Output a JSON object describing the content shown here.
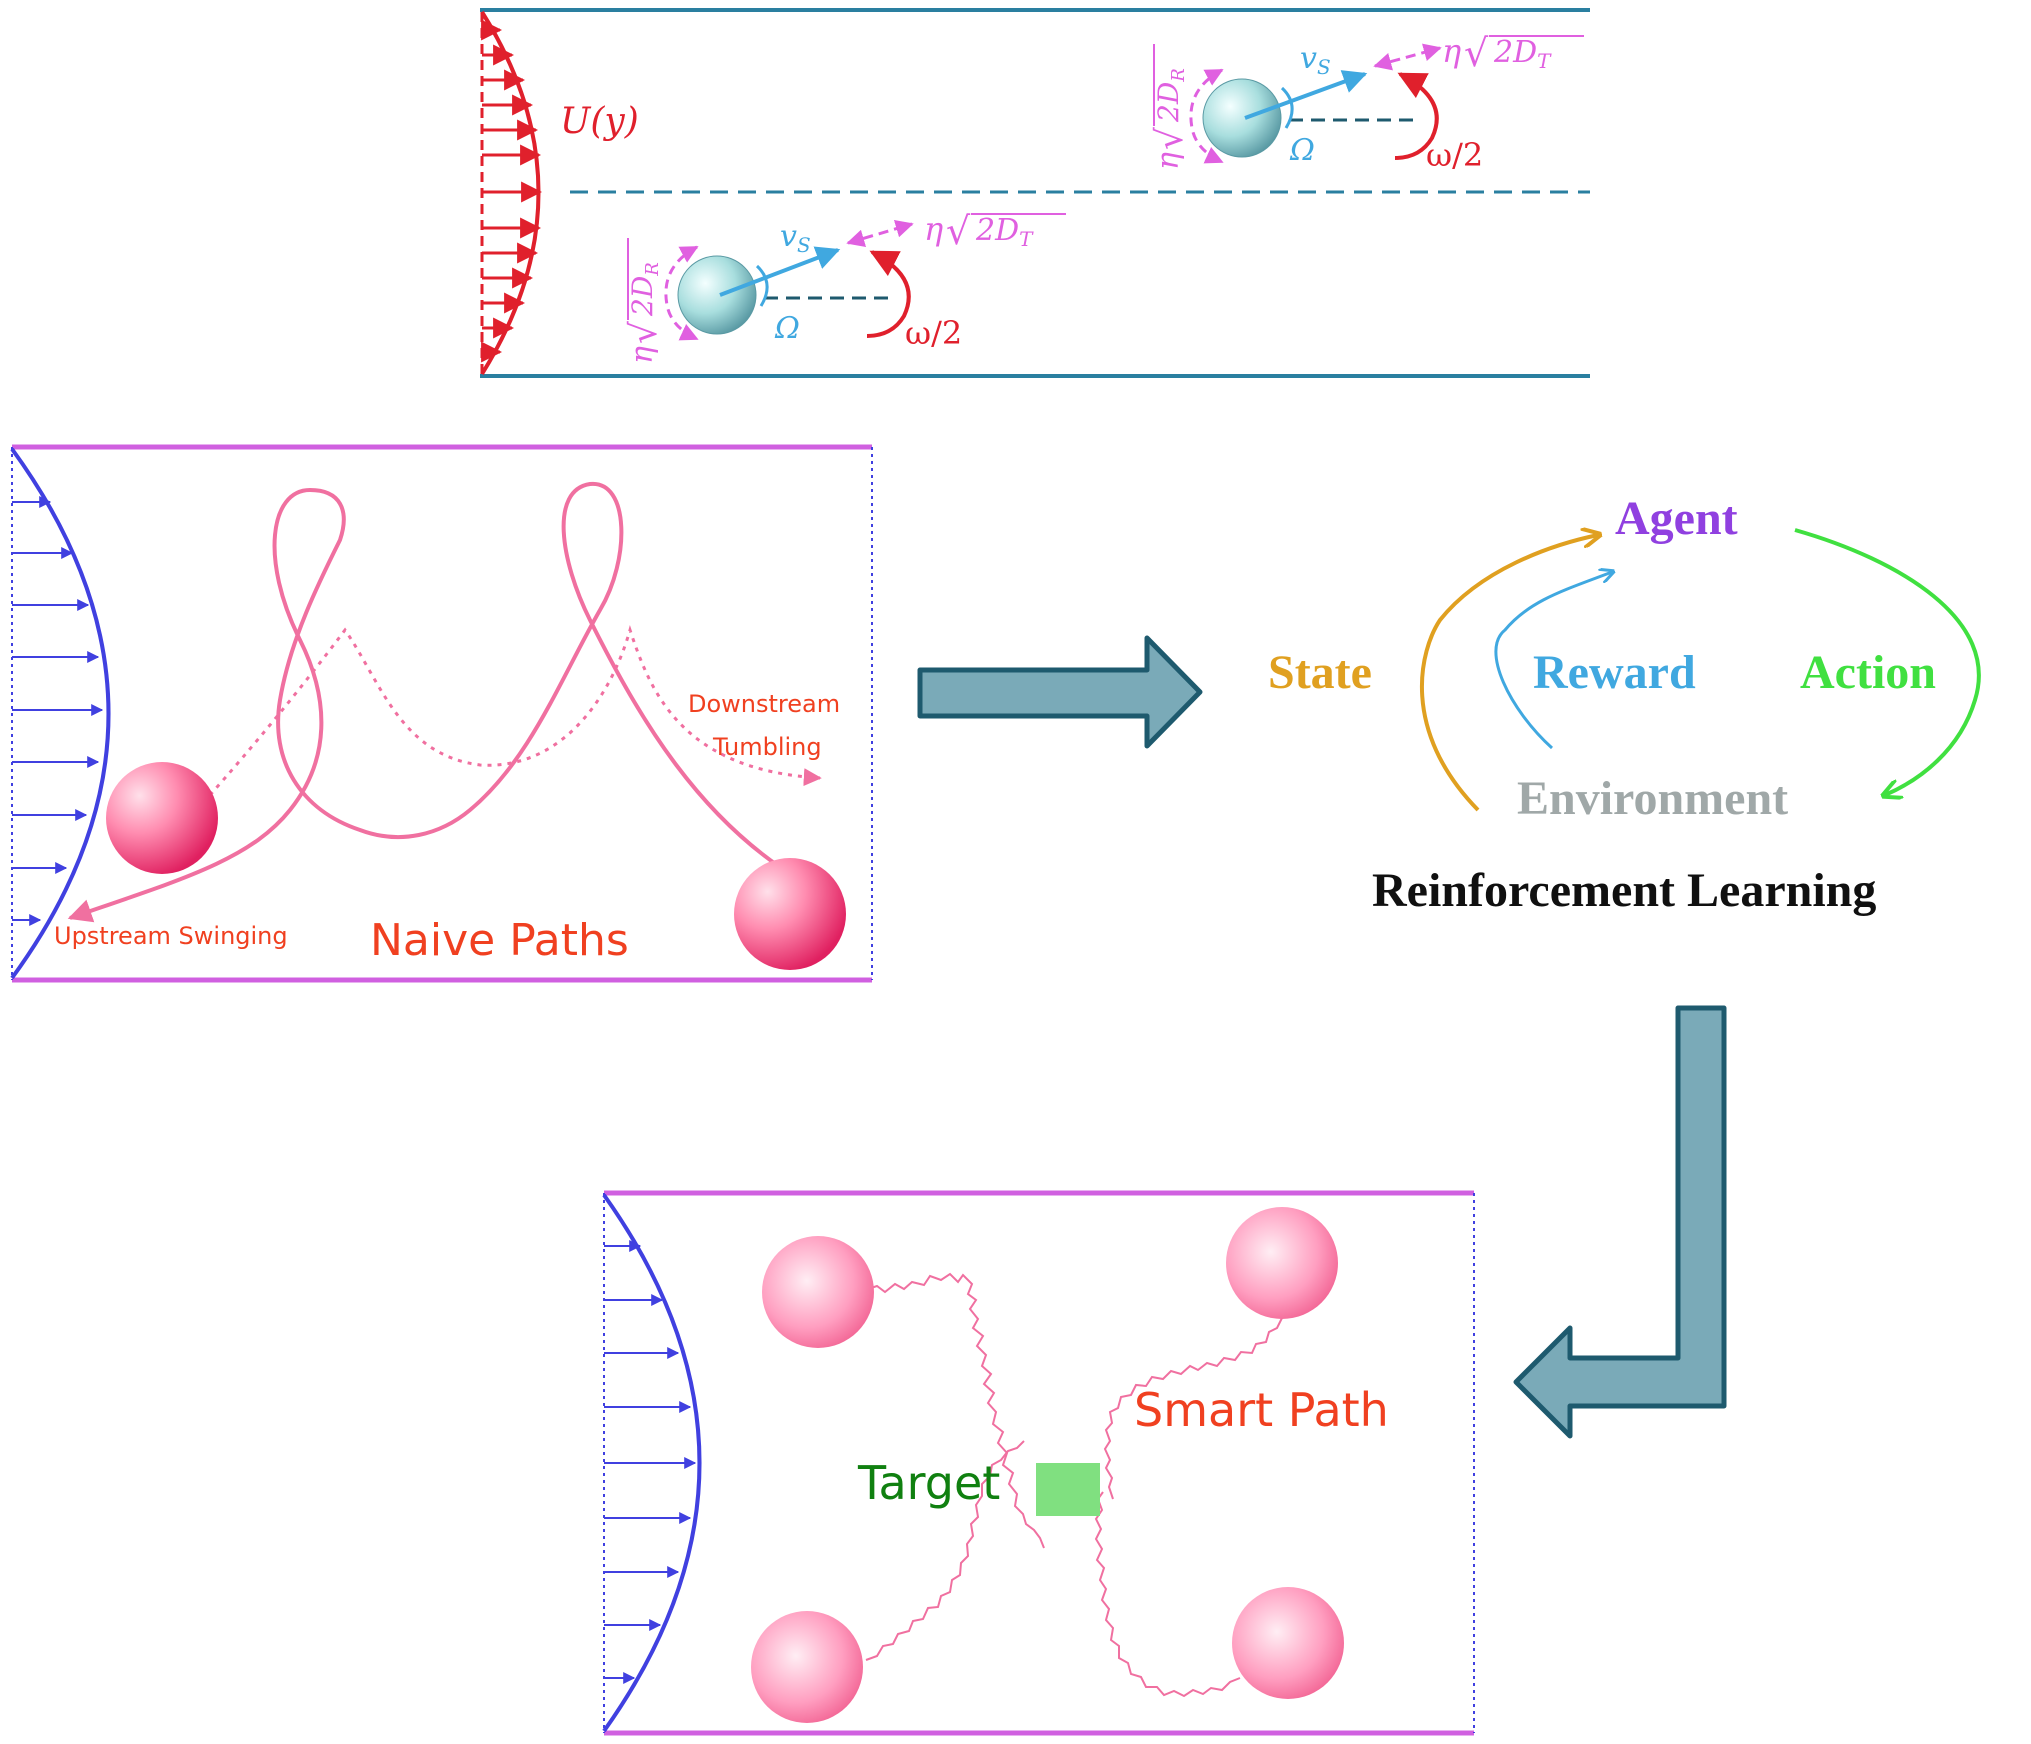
{
  "panel_channel": {
    "flow_label": "U(y)",
    "upper_particle": {
      "swim_label": "v",
      "swim_sub": "S",
      "trans_noise_eta": "η",
      "trans_noise_sqrt": "2D",
      "trans_noise_sub": "T",
      "rot_noise_eta": "η",
      "rot_noise_sqrt": "2D",
      "rot_noise_sub": "R",
      "omega_cap_label": "Ω",
      "omega_half_label": "ω/2"
    },
    "lower_particle": {
      "swim_label": "v",
      "swim_sub": "S",
      "trans_noise_eta": "η",
      "trans_noise_sqrt": "2D",
      "trans_noise_sub": "T",
      "rot_noise_eta": "η",
      "rot_noise_sqrt": "2D",
      "rot_noise_sub": "R",
      "omega_cap_label": "Ω",
      "omega_half_label": "ω/2"
    }
  },
  "panel_naive": {
    "downstream_line1": "Downstream",
    "downstream_line2": "Tumbling",
    "upstream_label": "Upstream Swinging",
    "title": "Naive Paths"
  },
  "panel_rl": {
    "agent": "Agent",
    "state": "State",
    "reward": "Reward",
    "action": "Action",
    "environment": "Environment",
    "title": "Reinforcement Learning"
  },
  "panel_smart": {
    "path_label": "Smart Path",
    "target_label": "Target"
  },
  "colors": {
    "channel_wall": "#2a7fa0",
    "flow_profile": "#e0202c",
    "noise": "#e060e0",
    "swim": "#40a8e0",
    "panel_border": "#d060e0",
    "profile_blue": "#4040e0",
    "path_pink": "#f070a0",
    "label_red": "#f04020",
    "agent": "#9040e0",
    "state": "#e0a020",
    "reward": "#40a8e0",
    "action": "#40e040",
    "environment": "#a0a8a8",
    "block_arrow_fill": "#7aaab8",
    "block_arrow_stroke": "#1e5a6e",
    "target_fill": "#80e080",
    "target_text": "#108010"
  }
}
